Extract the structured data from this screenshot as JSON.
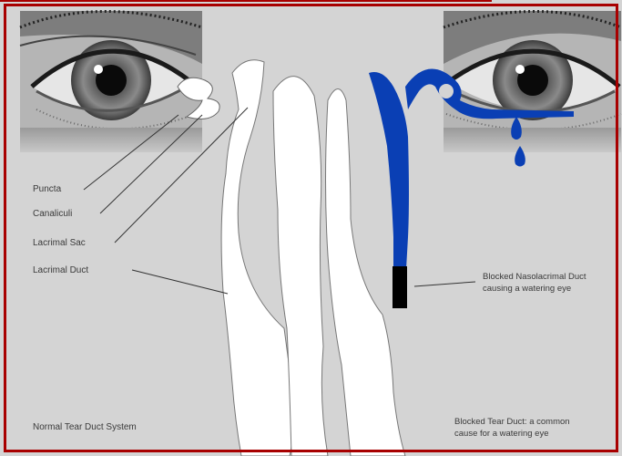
{
  "labels": {
    "puncta": "Puncta",
    "canaliculi": "Canaliculi",
    "lacrimal_sac": "Lacrimal Sac",
    "lacrimal_duct": "Lacrimal Duct",
    "blocked_duct_line1": "Blocked Nasolacrimal Duct",
    "blocked_duct_line2": "causing a watering eye"
  },
  "captions": {
    "normal": "Normal Tear Duct System",
    "blocked_line1": "Blocked Tear Duct: a common",
    "blocked_line2": "cause for a watering eye"
  },
  "colors": {
    "background": "#d4d4d4",
    "frame": "#a80000",
    "duct_normal": "#ffffff",
    "duct_blocked": "#0a3fb4",
    "blockage": "#000000"
  }
}
